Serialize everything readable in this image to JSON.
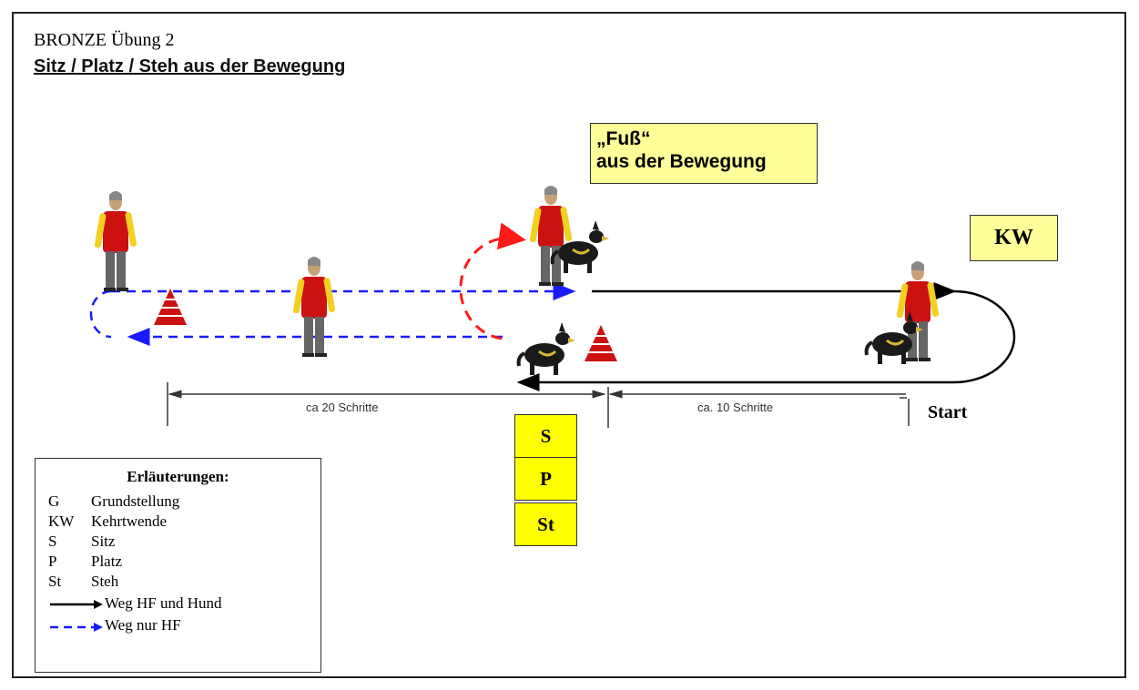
{
  "header": {
    "title": "BRONZE   Übung 2",
    "subtitle": "Sitz / Platz / Steh aus der Bewegung"
  },
  "callouts": {
    "fuss_line1": "„Fuß“",
    "fuss_line2": "aus der Bewegung",
    "kehrtwende": "KW"
  },
  "commands": [
    "S",
    "P",
    "St"
  ],
  "distances": {
    "far": "ca 20 Schritte",
    "near": "ca. 10 Schritte"
  },
  "start_label": "Start",
  "legend": {
    "title": "Erläuterungen:",
    "items": [
      {
        "abbr": "G",
        "text": "Grundstellung"
      },
      {
        "abbr": "KW",
        "text": "Kehrtwende"
      },
      {
        "abbr": "S",
        "text": "Sitz"
      },
      {
        "abbr": "P",
        "text": "Platz"
      },
      {
        "abbr": "St",
        "text": "Steh"
      }
    ],
    "path_solid": "Weg HF und Hund",
    "path_dashed": "Weg nur HF"
  },
  "colors": {
    "handler_path": "#000000",
    "handler_only_path": "#1a1aff",
    "turn_arc": "#ff3333",
    "cone": "#cc1111",
    "vest": "#cc1111",
    "callout_bg": "#ffff99",
    "command_bg": "#ffff00"
  },
  "icons": [
    "person-handler-icon",
    "dog-icon",
    "cone-icon"
  ]
}
